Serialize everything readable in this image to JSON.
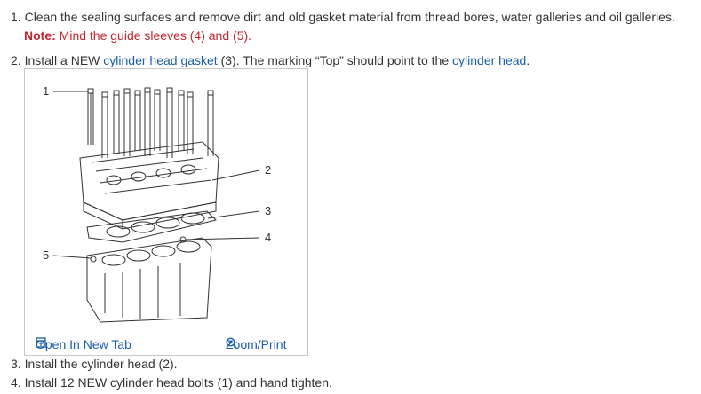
{
  "steps": [
    {
      "num": "1.",
      "text": "Clean the sealing surfaces and remove dirt and old gasket material from thread bores, water galleries and oil galleries.",
      "note_label": "Note:",
      "note_text": "Mind the guide sleeves (4) and (5)."
    },
    {
      "num": "2.",
      "pre": "Install a NEW ",
      "link1": "cylinder head gasket",
      "mid": " (3). The marking “Top” should point to the ",
      "link2": "cylinder head",
      "post": "."
    },
    {
      "num": "3.",
      "text": "Install the cylinder head (2)."
    },
    {
      "num": "4.",
      "text": "Install 12 NEW cylinder head bolts (1) and hand tighten."
    }
  ],
  "figure": {
    "callouts": [
      "1",
      "2",
      "3",
      "4",
      "5"
    ],
    "open_tab_label": "Open In New Tab",
    "zoom_label": "Zoom/Print",
    "open_tab_icon": "open-in-new-tab-icon",
    "zoom_icon": "zoom-magnifier-icon",
    "link_color": "#1a5fa8",
    "note_color": "#c0262d"
  }
}
